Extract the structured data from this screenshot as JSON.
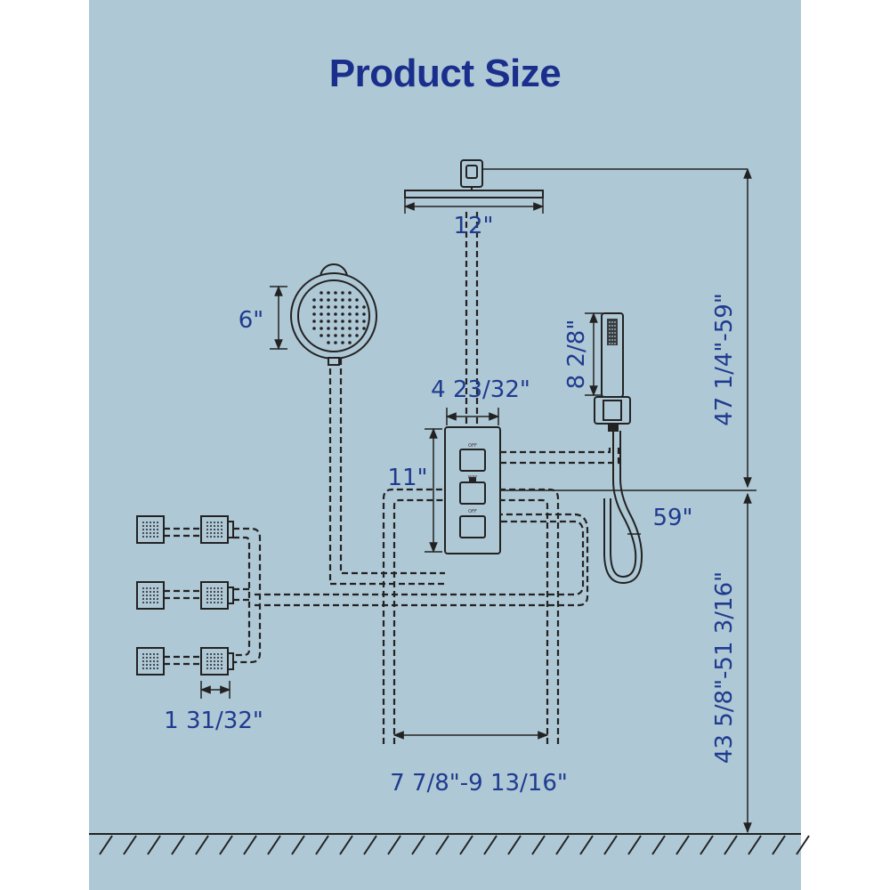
{
  "title": "Product Size",
  "colors": {
    "background": "#afc8d5",
    "title": "#1a2e8c",
    "dimension_text": "#1f3b8f",
    "lines": "#222222"
  },
  "dimensions": {
    "rain_head_width": "12\"",
    "hand_head_diameter": "6\"",
    "valve_width": "4 23/32\"",
    "valve_height": "11\"",
    "handheld_length": "8 2/8\"",
    "hose_length": "59\"",
    "upper_height": "47 1/4\"-59\"",
    "lower_height": "43 5/8\"-51 3/16\"",
    "body_jet_width": "1 31/32\"",
    "pipe_spacing": "7 7/8\"-9 13/16\""
  },
  "valve_labels": {
    "top": "OFF",
    "middle": "WAY",
    "bottom": "OFF"
  }
}
